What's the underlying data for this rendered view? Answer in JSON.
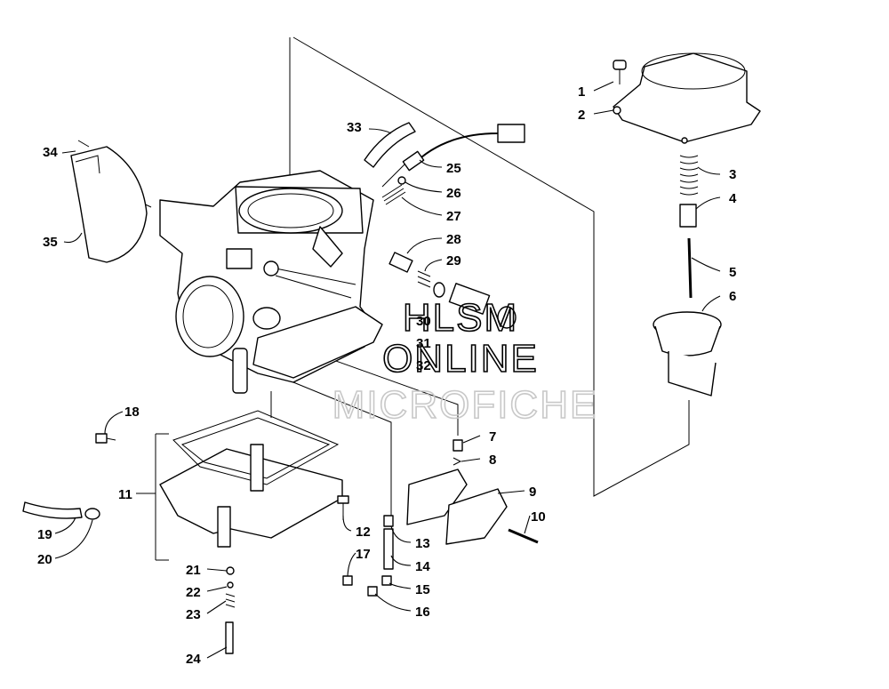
{
  "callouts": [
    "1",
    "2",
    "3",
    "4",
    "5",
    "6",
    "7",
    "8",
    "9",
    "10",
    "11",
    "12",
    "13",
    "14",
    "15",
    "16",
    "17",
    "18",
    "19",
    "20",
    "21",
    "22",
    "23",
    "24",
    "25",
    "26",
    "27",
    "28",
    "29",
    "30",
    "31",
    "32",
    "33",
    "34",
    "35"
  ],
  "watermark": {
    "line1": "HLSM",
    "line2": "ONLINE",
    "line3": "MICROFICHE"
  }
}
